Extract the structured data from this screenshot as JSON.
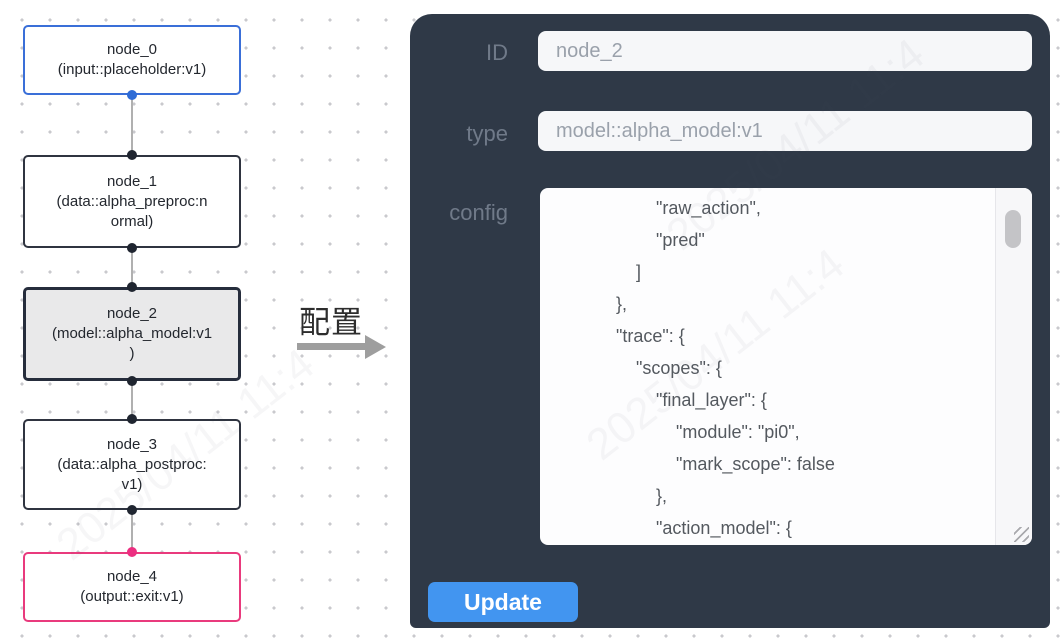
{
  "flowchart": {
    "nodes": [
      {
        "id": "node_0",
        "lines": [
          "node_0",
          "(input::placeholder:v1)"
        ],
        "border_color": "#3a6fd8",
        "bg": "#ffffff",
        "selected": false
      },
      {
        "id": "node_1",
        "lines": [
          "node_1",
          "(data::alpha_preproc:n",
          "ormal)"
        ],
        "border_color": "#2f3440",
        "bg": "#ffffff",
        "selected": false
      },
      {
        "id": "node_2",
        "lines": [
          "node_2",
          "(model::alpha_model:v1",
          ")"
        ],
        "border_color": "#262d3c",
        "bg": "#e9e9ea",
        "selected": true
      },
      {
        "id": "node_3",
        "lines": [
          "node_3",
          "(data::alpha_postproc:",
          "v1)"
        ],
        "border_color": "#2f3440",
        "bg": "#ffffff",
        "selected": false
      },
      {
        "id": "node_4",
        "lines": [
          "node_4",
          "(output::exit:v1)"
        ],
        "border_color": "#e93a7d",
        "bg": "#ffffff",
        "selected": false
      }
    ],
    "edge_color": "#b0b0b0",
    "port_colors": {
      "node_0": "#2e6bd6",
      "default": "#1f2530",
      "node_4": "#ec2f81"
    }
  },
  "transition": {
    "label": "配置",
    "arrow_color": "#9e9e9e"
  },
  "panel": {
    "bg_color": "#2f3947",
    "accent_color": "#4295f0",
    "fields": [
      {
        "label": "ID",
        "value": "node_2"
      },
      {
        "label": "type",
        "value": "model::alpha_model:v1"
      }
    ],
    "config": {
      "label": "config",
      "text": "                    \"raw_action\",\n                    \"pred\"\n                ]\n            },\n            \"trace\": {\n                \"scopes\": {\n                    \"final_layer\": {\n                        \"module\": \"pi0\",\n                        \"mark_scope\": false\n                    },\n                    \"action_model\": {"
    },
    "update_label": "Update"
  },
  "watermark": {
    "text": "2025/04/11 11:4"
  }
}
